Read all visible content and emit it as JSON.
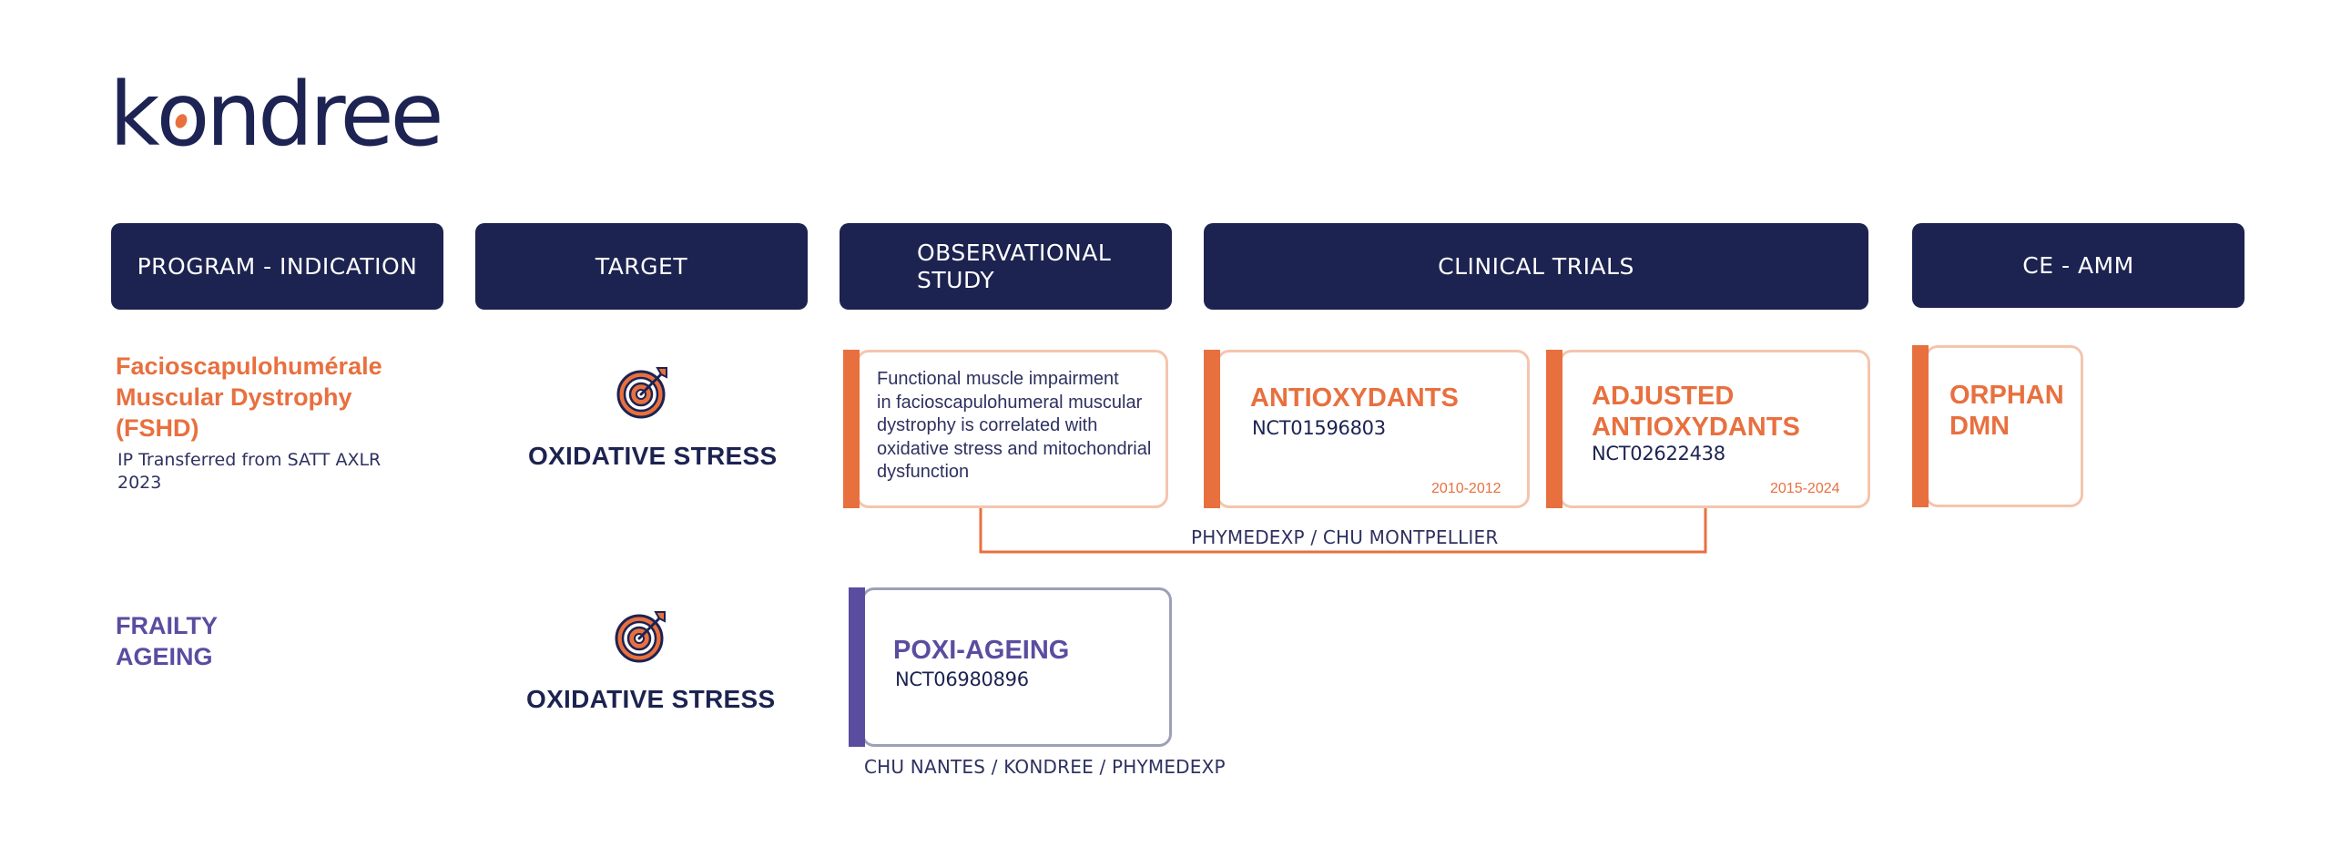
{
  "logo": {
    "pre": "k",
    "o": "o",
    "post": "ndree",
    "accent_color": "#e8703f",
    "text_color": "#1d2352"
  },
  "headers": {
    "program": "PROGRAM - INDICATION",
    "target": "TARGET",
    "observational_line1": "OBSERVATIONAL",
    "observational_line2": "STUDY",
    "clinical": "CLINICAL TRIALS",
    "ce": "CE - AMM"
  },
  "fshd": {
    "title_line1": "Facioscapulohumérale",
    "title_line2": "Muscular Dystrophy",
    "title_line3": "(FSHD)",
    "ip_line1": "IP Transferred from SATT AXLR",
    "ip_line2": "2023",
    "target_icon": "target-icon",
    "target": "OXIDATIVE STRESS",
    "observational": {
      "line1": "Functional muscle impairment",
      "line2": "in facioscapulohumeral muscular",
      "line3": "dystrophy is correlated with",
      "line4": "oxidative stress and mitochondrial",
      "line5": "dysfunction"
    },
    "trial1": {
      "title": "ANTIOXYDANTS",
      "nct": "NCT01596803",
      "dates": "2010-2012"
    },
    "trial2": {
      "title_line1": "ADJUSTED",
      "title_line2": "ANTIOXYDANTS",
      "nct": "NCT02622438",
      "dates": "2015-2024"
    },
    "ce": {
      "line1": "ORPHAN",
      "line2": "DMN"
    },
    "partners": "PHYMEDEXP / CHU MONTPELLIER"
  },
  "frailty": {
    "title_line1": "FRAILTY",
    "title_line2": "AGEING",
    "target_icon": "target-icon",
    "target": "OXIDATIVE STRESS",
    "trial": {
      "title": "POXI-AGEING",
      "nct": "NCT06980896"
    },
    "partners": "CHU NANTES / KONDREE / PHYMEDEXP"
  },
  "colors": {
    "navy": "#1c2350",
    "orange": "#e8703f",
    "purple": "#5a4da0"
  }
}
